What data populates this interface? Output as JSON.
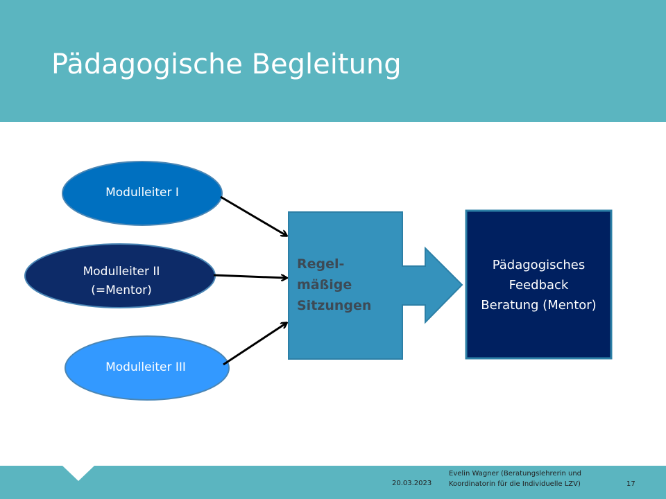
{
  "title": "Pädagogische Begleitung",
  "nodes": {
    "modulleiter1": "Modulleiter I",
    "modulleiter2_line1": "Modulleiter II",
    "modulleiter2_line2": "(=Mentor)",
    "modulleiter3": "Modulleiter III",
    "sitzungen_line1": "Regel-",
    "sitzungen_line2": "mäßige",
    "sitzungen_line3": "Sitzungen",
    "feedback_line1": "Pädagogisches",
    "feedback_line2": "Feedback",
    "feedback_line3": "Beratung (Mentor)"
  },
  "colors": {
    "header": "#5bb5c0",
    "ellipse1": "#0070c0",
    "ellipse2": "#0d2b68",
    "ellipse3": "#3399ff",
    "arrow_box": "#3592bc",
    "feedback_box": "#002060"
  },
  "footer": {
    "date": "20.03.2023",
    "author_line1": "Evelin Wagner (Beratungslehrerin und",
    "author_line2": "Koordinatorin für die Individuelle LZV)",
    "page": "17"
  }
}
